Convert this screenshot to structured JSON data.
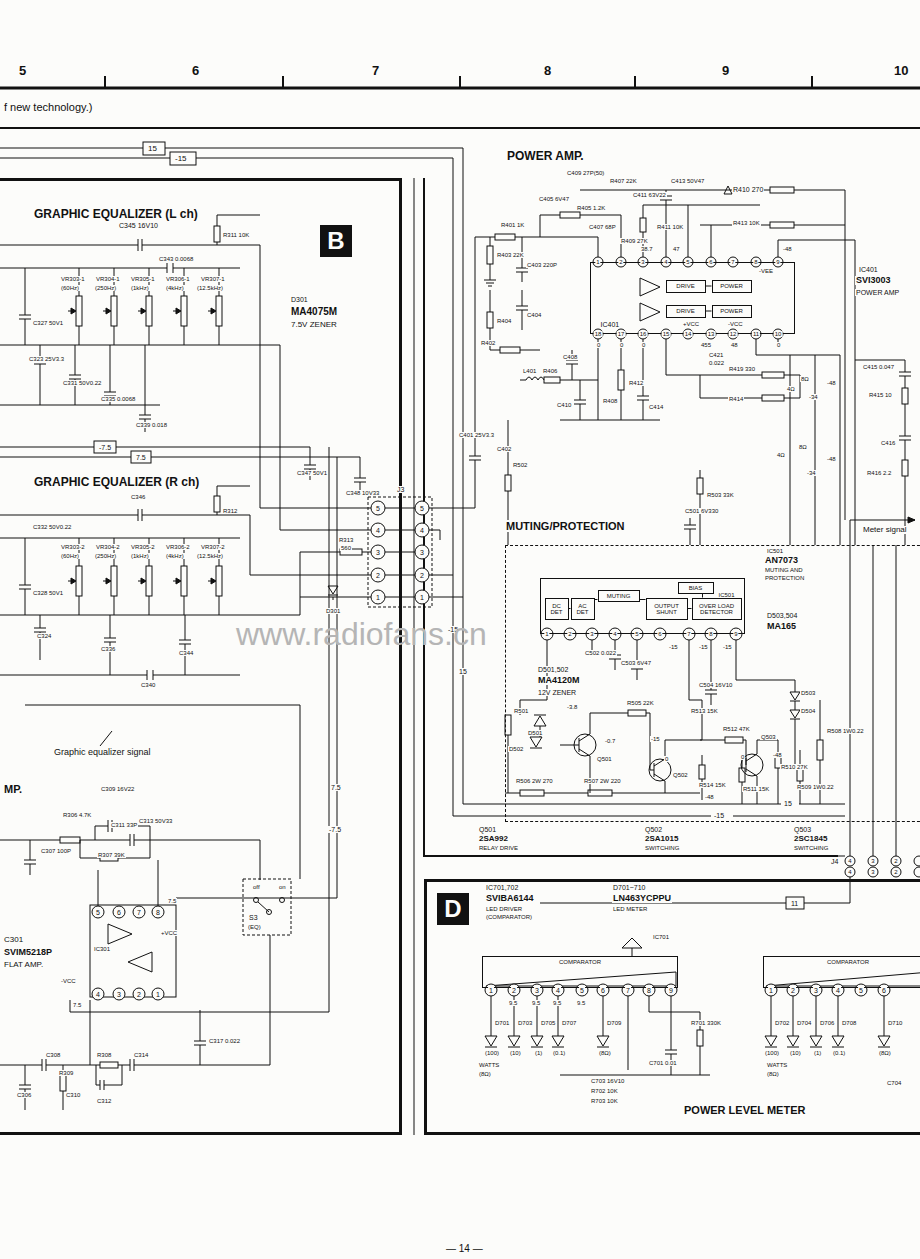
{
  "diagram": {
    "nodes": [
      {
        "text": [
          "B"
        ]
      },
      {
        "text": [
          "IC401"
        ]
      },
      {
        "text": [
          "DRIVE"
        ],
        "in": 1
      },
      {
        "text": [
          "POWER"
        ],
        "in": 1
      },
      {
        "text": [
          "DRIVE"
        ],
        "in": 1
      },
      {
        "text": [
          "POWER"
        ],
        "in": 1
      },
      {
        "text": [
          "MUTING/PROTECTION"
        ]
      },
      {
        "text": [
          "IC501"
        ],
        "in": 6
      },
      {
        "text": [
          "DC DET"
        ],
        "in": 7
      },
      {
        "text": [
          "AC DET"
        ],
        "in": 7
      },
      {
        "text": [
          "MUTING"
        ],
        "in": 7
      },
      {
        "text": [
          "BIAS"
        ],
        "in": 7
      },
      {
        "text": [
          "OUTPUT SHUNT"
        ],
        "in": 7
      },
      {
        "text": [
          "OVER LOAD DETECTOR"
        ],
        "in": 7
      },
      {
        "text": [
          "D"
        ]
      },
      {
        "text": [
          "COMPARATOR"
        ],
        "in": 14
      },
      {
        "text": [
          "COMPARATOR"
        ],
        "in": 14
      }
    ],
    "edges": [
      {
        "from": 2,
        "to": 3,
        "arrow": "none"
      },
      {
        "from": 4,
        "to": 5,
        "arrow": "none"
      },
      {
        "from": 8,
        "to": 9,
        "arrow": "none"
      },
      {
        "from": 9,
        "to": 10,
        "arrow": "none"
      },
      {
        "from": 10,
        "to": 12,
        "arrow": "none"
      },
      {
        "from": 12,
        "to": 13,
        "arrow": "none"
      },
      {
        "from": 11,
        "to": 13,
        "arrow": "none"
      }
    ],
    "labels": [
      "5",
      "6",
      "7",
      "8",
      "9",
      "10",
      "f new technology.)",
      "15",
      "-15",
      "POWER AMP.",
      "GRAPHIC EQUALIZER (L ch)",
      "C345 16V10",
      "R311 10K",
      "C343 0.0068",
      "VR303-1",
      "VR304-1",
      "VR305-1",
      "VR306-1",
      "VR307-1",
      "(60Hz)",
      "(250Hz)",
      "(1kHz)",
      "(4kHz)",
      "(12.5kHz)",
      "C327 50V1",
      "C323 25V3.3",
      "C331 50V0.22",
      "C335 0.0068",
      "C339 0.018",
      "D301",
      "MA4075M",
      "7.5V ZENER",
      "-7.5",
      "7.5",
      "GRAPHIC EQUALIZER (R ch)",
      "C347 50V1",
      "C348 10V33",
      "C346",
      "R312",
      "C332 50V0.22",
      "VR303-2",
      "VR304-2",
      "VR305-2",
      "VR306-2",
      "VR307-2",
      "(60Hz)",
      "(250Hz)",
      "(1kHz)",
      "(4kHz)",
      "(12.5kHz)",
      "C328 50V1",
      "C324",
      "C336",
      "C344",
      "C340",
      "J3",
      "5",
      "4",
      "3",
      "2",
      "1",
      "5",
      "4",
      "3",
      "2",
      "1",
      "R313",
      "560",
      "D301",
      "-15",
      "15",
      "7.5",
      "-7.5",
      "Graphic equalizer signal",
      "MP.",
      "C309 16V22",
      "R306 4.7K",
      "C311 33P",
      "C313 50V33",
      "C307 100P",
      "R307 39K",
      "5",
      "6",
      "7",
      "8",
      "7.5",
      "+VCC",
      "IC301",
      "-VCC",
      "4",
      "3",
      "2",
      "1",
      "7.5",
      "C301",
      "SVIM5218P",
      "FLAT AMP.",
      "S3",
      "(EQ)",
      "off",
      "on",
      "C308",
      "R309",
      "C310",
      "C306",
      "R308",
      "C312",
      "C314",
      "C317 0.022",
      "C405 6V47",
      "C409 27P(50)",
      "R405 1.2K",
      "R407 22K",
      "C411 63V22",
      "C413 50V47",
      "R410 270",
      "R413 10K",
      "R401 1K",
      "C407 68P",
      "R409 27K",
      "R411 10K",
      "R403 22K",
      "C403 220P",
      "1",
      "2",
      "3",
      "4",
      "5",
      "6",
      "7",
      "8",
      "9",
      "38.7",
      "47",
      "-48",
      "-VEE",
      "IC401",
      "SVI3003",
      "POWER AMP",
      "18",
      "17",
      "16",
      "15",
      "14",
      "13",
      "12",
      "11",
      "10",
      "+VCC",
      "-VCC",
      "0",
      "0",
      "0",
      "455",
      "48",
      "0",
      "C421",
      "0.022",
      "R404",
      "C404",
      "R402",
      "L401",
      "R406",
      "C408",
      "C410",
      "R408",
      "R412",
      "C414",
      "R419 330",
      "R414",
      "4Ω",
      "8Ω",
      "-34",
      "-48",
      "C415 0.047",
      "R415 10",
      "4Ω",
      "8Ω",
      "-34",
      "-48",
      "C416",
      "R416 2.2",
      "C401 25V3.3",
      "C402",
      "R502",
      "R503 33K",
      "Meter signal",
      "C501 6V330",
      "IC501",
      "AN7073",
      "MUTING AND",
      "PROTECTION",
      "1",
      "2",
      "3",
      "4",
      "5",
      "6",
      "7",
      "8",
      "9",
      "-15",
      "-15",
      "-15",
      "C502 0.022",
      "C503 6V47",
      "D503,504",
      "MA165",
      "D501,502",
      "MA4120M",
      "12V ZENER",
      "-3.8",
      "D501",
      "D502",
      "-0.7",
      "R505 22K",
      "C504 16V10",
      "R513 15K",
      "R512 47K",
      "Q503",
      "-15",
      "0",
      "0",
      "-48",
      "R510 27K",
      "R509 1W0.22",
      "R508 1W0.22",
      "D503",
      "D504",
      "R501",
      "R506 2W 270",
      "R507 2W 220",
      "Q501",
      "Q502",
      "R514 15K",
      "R511 15K",
      "-48",
      "15",
      "-15",
      "Q501",
      "2SA992",
      "RELAY DRIVE",
      "Q502",
      "2SA1015",
      "SWITCHING",
      "Q503",
      "2SC1845",
      "SWITCHING",
      "J4",
      "4",
      "3",
      "2",
      "4",
      "3",
      "2",
      "11",
      "IC701,702",
      "SVIBA6144",
      "LED DRIVER",
      "(COMPARATOR)",
      "D701~710",
      "LN463YCPPU",
      "LED METER",
      "IC701",
      "1",
      "2",
      "3",
      "4",
      "5",
      "6",
      "7",
      "8",
      "9",
      "9.5",
      "9.5",
      "9.5",
      "9.5",
      "D701",
      "D703",
      "D705",
      "D707",
      "D709",
      "(100)",
      "(10)",
      "(1)",
      "(0.1)",
      "(8Ω)",
      "WATTS",
      "(8Ω)",
      "C703 16V10",
      "R702 10K",
      "R703 10K",
      "R701 330K",
      "C701 0.01",
      "POWER LEVEL METER",
      "1",
      "2",
      "3",
      "4",
      "5",
      "6",
      "D702",
      "D704",
      "D706",
      "D708",
      "D710",
      "(100)",
      "(10)",
      "(1)",
      "(0.1)",
      "(8Ω)",
      "WATTS",
      "(8Ω)",
      "C704",
      "— 14 —",
      "www.radiofans.cn"
    ]
  }
}
